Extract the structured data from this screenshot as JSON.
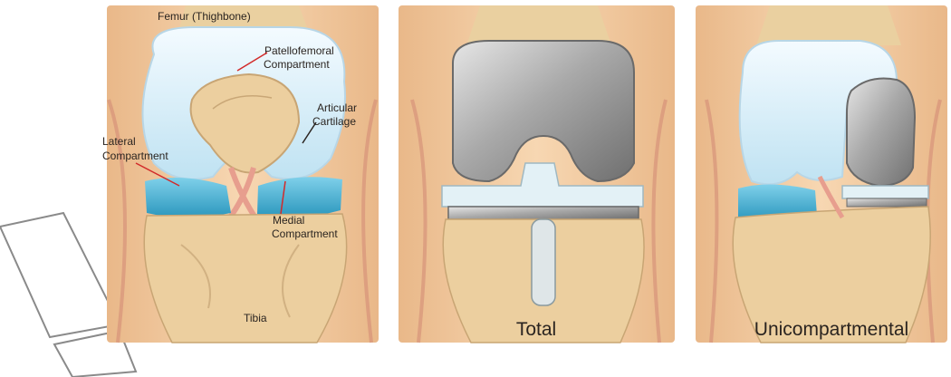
{
  "panels": [
    {
      "id": "normal",
      "labels": {
        "femur": "Femur (Thighbone)",
        "patellofemoral_1": "Patellofemoral",
        "patellofemoral_2": "Compartment",
        "articular_1": "Articular",
        "articular_2": "Cartilage",
        "lateral_1": "Lateral",
        "lateral_2": "Compartment",
        "medial_1": "Medial",
        "medial_2": "Compartment",
        "tibia": "Tibia"
      }
    },
    {
      "id": "total",
      "caption": "Total"
    },
    {
      "id": "unicompartmental",
      "caption": "Unicompartmental"
    }
  ],
  "colors": {
    "skin": "#f2c9a0",
    "bone": "#eed5a8",
    "cartilage": "#d8eef8",
    "meniscus": "#45b3d6",
    "implant": "#9c9c9c",
    "label_arrow": "#d22a2a"
  }
}
